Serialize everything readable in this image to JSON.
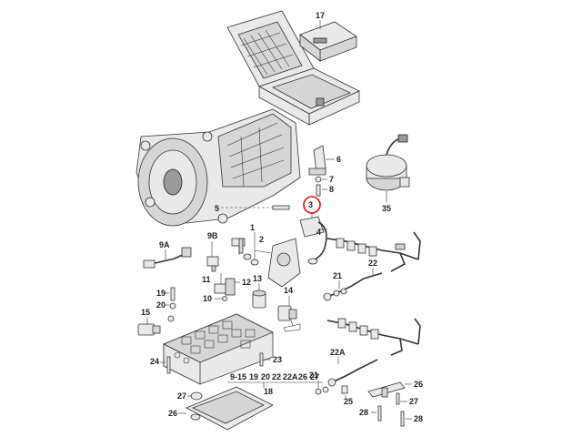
{
  "callouts": {
    "c17": "17",
    "c6": "6",
    "c7": "7",
    "c8": "8",
    "c3": "3",
    "c35": "35",
    "c5": "5",
    "c4": "4",
    "c1": "1",
    "c2": "2",
    "c9A": "9A",
    "c9B": "9B",
    "c22": "22",
    "c21": "21",
    "c13": "13",
    "c11": "11",
    "c10": "10",
    "c12": "12",
    "c19": "19",
    "c20": "20",
    "c15": "15",
    "c14": "14",
    "c22A": "22A",
    "c21b": "21",
    "c23": "23",
    "c24": "24",
    "c26": "26",
    "c25": "25",
    "c27": "27",
    "c26b": "26",
    "c27b": "27",
    "c28": "28",
    "c18": "18",
    "c28b": "28"
  },
  "bottom_legend": [
    "9-15",
    "19",
    "20",
    "22",
    "22A",
    "26",
    "27"
  ],
  "highlight_color": "#d11111"
}
